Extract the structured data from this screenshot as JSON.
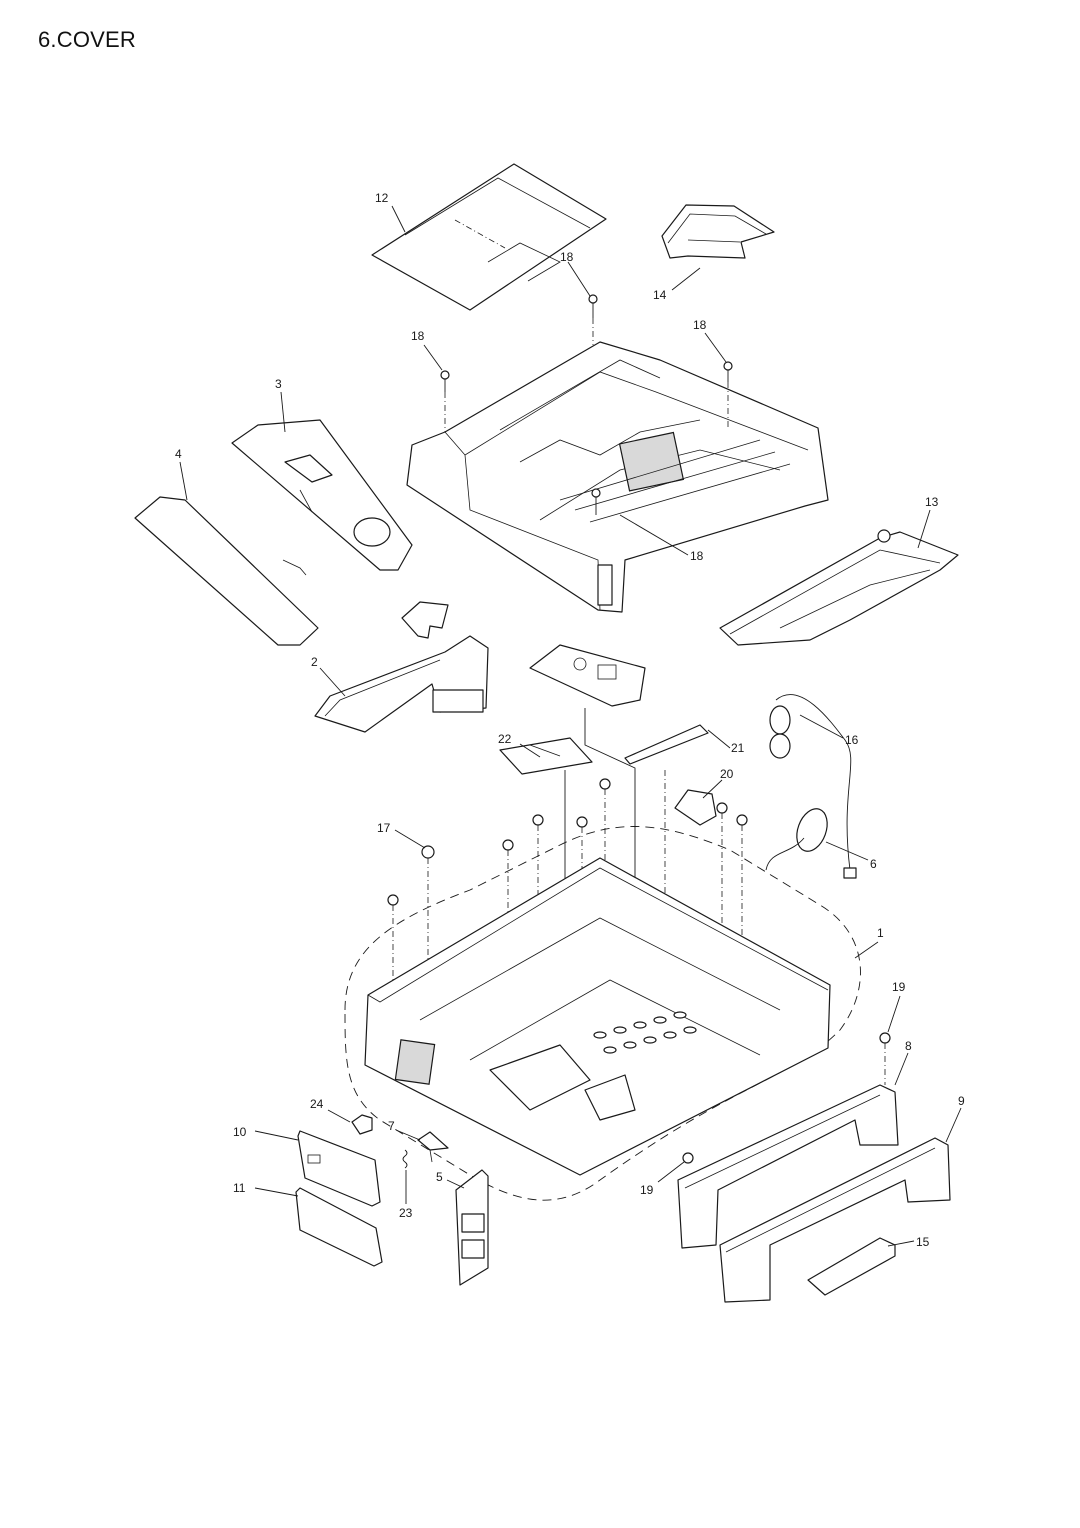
{
  "title": "6.COVER",
  "callouts": {
    "c1": "1",
    "c2": "2",
    "c3": "3",
    "c4": "4",
    "c5": "5",
    "c6": "6",
    "c7": "7",
    "c8": "8",
    "c9": "9",
    "c10": "10",
    "c11": "11",
    "c12": "12",
    "c13": "13",
    "c14": "14",
    "c15": "15",
    "c16": "16",
    "c17": "17",
    "c18a": "18",
    "c18b": "18",
    "c18c": "18",
    "c18d": "18",
    "c19a": "19",
    "c19b": "19",
    "c20": "20",
    "c21": "21",
    "c22": "22",
    "c23": "23",
    "c24": "24"
  }
}
